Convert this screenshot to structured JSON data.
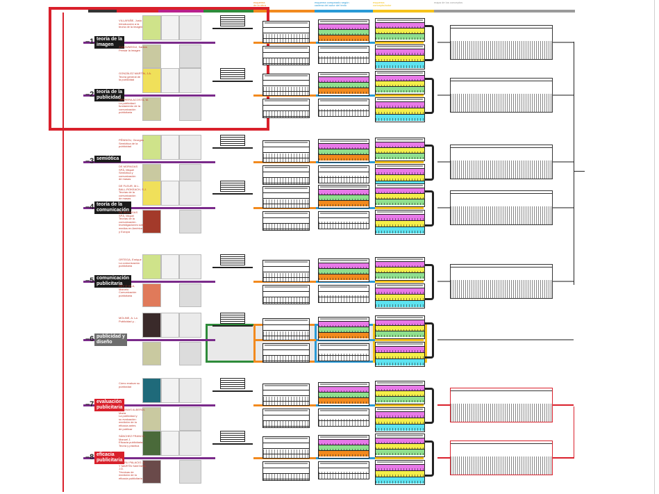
{
  "header": {
    "columns": [
      {
        "label": "",
        "color": "#333333"
      },
      {
        "label": "",
        "color": "#d9202b"
      },
      {
        "label": "",
        "color": "#b9208e"
      },
      {
        "label": "",
        "color": "#2e8b3a"
      },
      {
        "label": "esquema\nde la obra",
        "color": "#f28a1e"
      },
      {
        "label": "esquema comparado según\ncadena del autor del texto",
        "color": "#2a9ad6"
      },
      {
        "label": "esquema\nconcepto/autor",
        "color": "#f5c21b"
      },
      {
        "label": "mapa de los conceptos",
        "color": "#9a9a9a"
      }
    ]
  },
  "rows": [
    {
      "num": "1",
      "topic": "teoría de la\nimagen",
      "style": "dark",
      "refs": [
        "VILLAFAÑE, Justo\nIntroducción a la\nteoría de la imagen",
        "ZUNZUNEGUI, Santos\nPensar la imagen"
      ]
    },
    {
      "num": "2",
      "topic": "teoría de la\npublicidad",
      "style": "dark",
      "refs": [
        "GONZÁLEZ MARTÍN, J.A.\nTeoría general de\nla publicidad",
        "HERRERA ACOSTA, M.\nLa publicidad:\nfundamento de la\ncomunicación\npublicitaria"
      ]
    },
    {
      "num": "3",
      "topic": "semiótica",
      "style": "dark",
      "refs": [
        "PÉNINOU, Georges\nSemiótica de la\npublicidad",
        "DE MORAGAS\nSPÀ, Miquel\nSemiótica y\ncomunicación\nde masas"
      ]
    },
    {
      "num": "4",
      "topic": "teoría de la\ncomunicación",
      "style": "dark",
      "refs": [
        "DE FLEUR, M.L.\nBALL-ROKEACH, S.J.\nTeorías de la\ncomunicación\nde masas",
        "DE MORAGAS\nSPÀ, Miquel\nTeorías de la\ncomunicación.\nInvestigaciones sobre\nmedios en América\ny Europa"
      ]
    },
    {
      "num": "5",
      "topic": "comunicación\npublicitaria",
      "style": "dark",
      "refs": [
        "ORTEGA, Enrique\nLa comunicación\npublicitaria",
        "REY O VILA,\nMarcelo\nComunicación\npublicitaria"
      ]
    },
    {
      "num": "6",
      "topic": "publicidad y\ndiseño",
      "style": "grey",
      "refs": [
        "MOLINE, A. La\nPublicidad y..."
      ]
    },
    {
      "num": "7",
      "topic": "evaluación\npublicitaria",
      "style": "red",
      "refs": [
        "Cómo evaluar su\npublicidad",
        "SOLANAS ALBERDI,\nMarta\nLa publicidad y\nsu evaluación:\nmedición de la\neficacia antes\nde publicar"
      ]
    },
    {
      "num": "8",
      "topic": "eficacia\npublicitaria",
      "style": "red",
      "refs": [
        "SÁNCHEZ FRANCO,\nManuel J.\nEficacia publicitaria.\nTeoría y práctica",
        "BEERLI PALACIO, A.\nY MARTÍN SANTANA,\nJ.D.\nTécnicas de\nmedición de la\neficacia publicitaria"
      ]
    }
  ],
  "highlight_color": "#d9202b",
  "line_colors": {
    "purple": "#7a2a8a",
    "orange": "#f28a1e",
    "blue": "#2a9ad6",
    "grey": "#8a8a8a",
    "black": "#222222"
  },
  "band_colors": [
    "#e879e8",
    "#f5ef4a",
    "#8fe08f",
    "#5de3f0"
  ]
}
